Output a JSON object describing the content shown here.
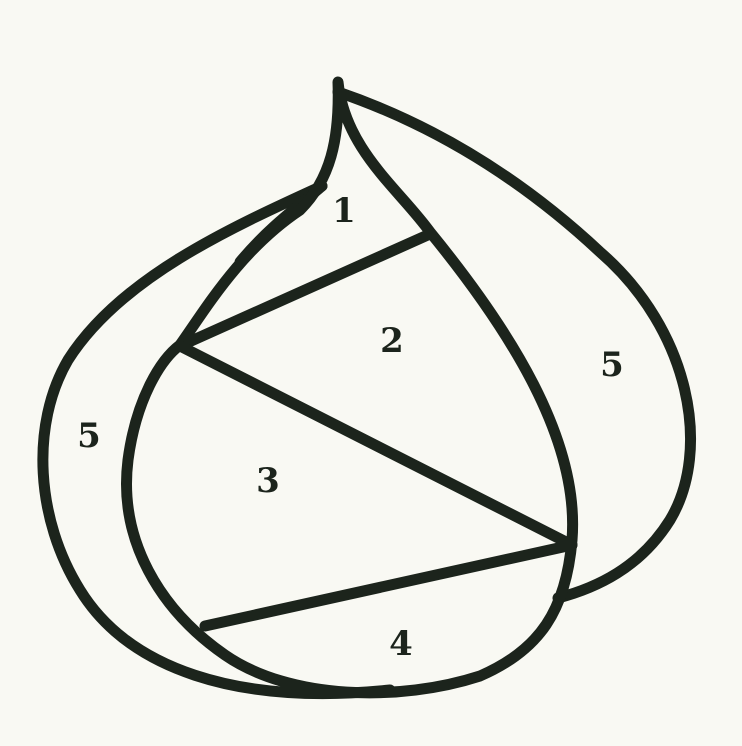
{
  "diagram": {
    "background_color": "#f9f9f3",
    "stroke_color": "#1c241c",
    "labels": {
      "section_1": "1",
      "section_2": "2",
      "section_3": "3",
      "section_4": "4",
      "left_outer": "5",
      "right_outer": "5"
    }
  }
}
